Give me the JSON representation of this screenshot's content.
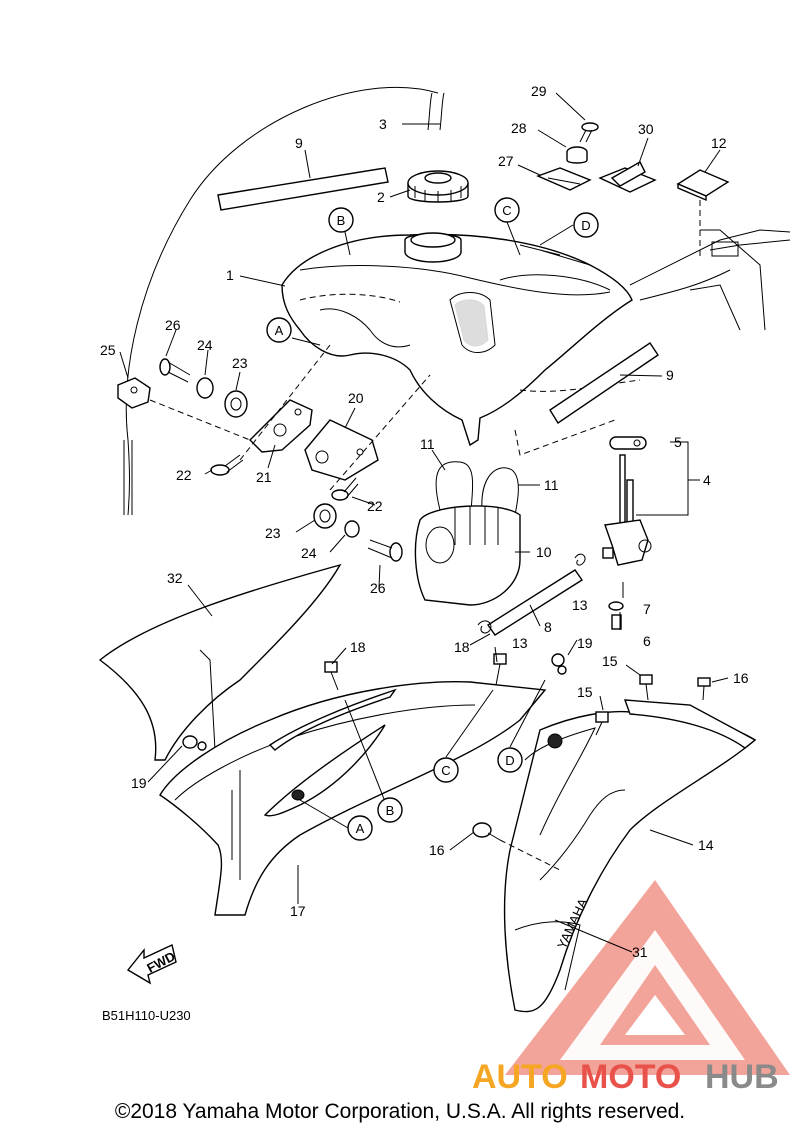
{
  "callouts": [
    {
      "n": "1"
    },
    {
      "n": "2"
    },
    {
      "n": "3"
    },
    {
      "n": "4"
    },
    {
      "n": "5"
    },
    {
      "n": "6"
    },
    {
      "n": "7"
    },
    {
      "n": "8"
    },
    {
      "n": "9"
    },
    {
      "n": "9"
    },
    {
      "n": "10"
    },
    {
      "n": "11"
    },
    {
      "n": "11"
    },
    {
      "n": "12"
    },
    {
      "n": "13"
    },
    {
      "n": "13"
    },
    {
      "n": "14"
    },
    {
      "n": "15"
    },
    {
      "n": "15"
    },
    {
      "n": "16"
    },
    {
      "n": "16"
    },
    {
      "n": "17"
    },
    {
      "n": "18"
    },
    {
      "n": "18"
    },
    {
      "n": "19"
    },
    {
      "n": "19"
    },
    {
      "n": "20"
    },
    {
      "n": "21"
    },
    {
      "n": "22"
    },
    {
      "n": "22"
    },
    {
      "n": "23"
    },
    {
      "n": "23"
    },
    {
      "n": "24"
    },
    {
      "n": "24"
    },
    {
      "n": "25"
    },
    {
      "n": "26"
    },
    {
      "n": "26"
    },
    {
      "n": "27"
    },
    {
      "n": "28"
    },
    {
      "n": "29"
    },
    {
      "n": "30"
    },
    {
      "n": "31"
    },
    {
      "n": "32"
    }
  ],
  "refs": [
    "A",
    "B",
    "C",
    "D",
    "A",
    "B",
    "C",
    "D"
  ],
  "fwd_label": "FWD",
  "diagram_code": "B51H110-U230",
  "watermark": {
    "auto": "AUTO",
    "moto": "MOTO",
    "hub": "HUB",
    "color_orange": "#f5a623",
    "color_red": "#e8524a",
    "color_gray": "#8a8a8a"
  },
  "shroud_text": "YAMAHA",
  "copyright": "©2018 Yamaha Motor Corporation, U.S.A. All rights reserved."
}
